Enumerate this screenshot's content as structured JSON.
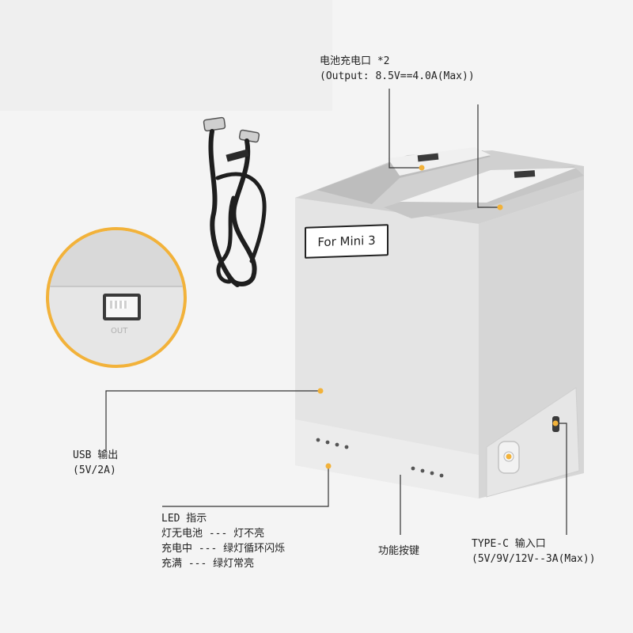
{
  "product_label": "For Mini 3",
  "zoom_port_label": "OUT",
  "callouts": {
    "battery_port": {
      "title": "电池充电口 *2",
      "detail": "(Output: 8.5V==4.0A(Max))"
    },
    "usb": {
      "title": "USB 输出",
      "detail": "(5V/2A)"
    },
    "led": {
      "title": "LED 指示",
      "line1": "灯无电池 --- 灯不亮",
      "line2": "充电中 --- 绿灯循环闪烁",
      "line3": "充满 --- 绿灯常亮"
    },
    "function_button": {
      "title": "功能按键"
    },
    "type_c": {
      "title": "TYPE-C 输入口",
      "detail": "(5V/9V/12V--3A(Max))"
    }
  },
  "colors": {
    "accent_dot": "#f2b23a",
    "body": "#e2e2e2",
    "cable": "#1e1e1e"
  }
}
